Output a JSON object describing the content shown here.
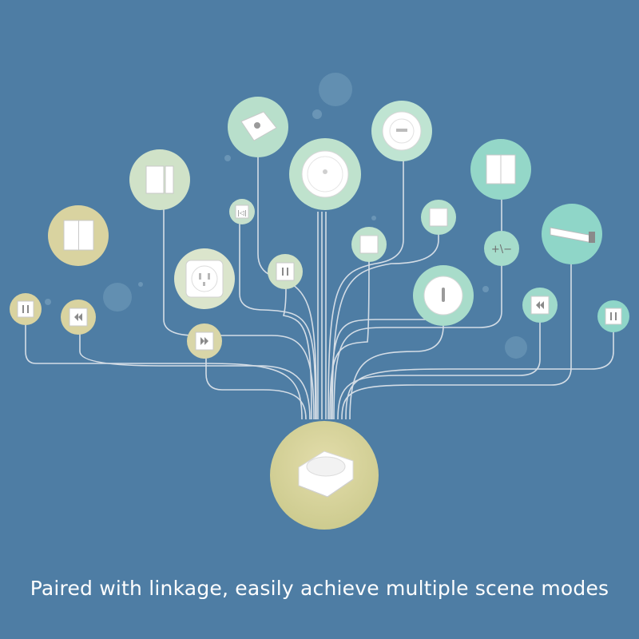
{
  "caption": "Paired with linkage, easily achieve multiple scene modes",
  "colors": {
    "background": "#4e7da4",
    "wire": "#d4dde6",
    "yellow_node": "#d9d3a0",
    "mint_node": "#bfe2cd",
    "teal_node": "#8fd6c8",
    "hub": "#d6d197"
  },
  "nodes": [
    {
      "name": "hub-device-node",
      "icon": "hub-icon"
    },
    {
      "name": "wall-switch-double-node",
      "icon": "double-wall-switch-icon"
    },
    {
      "name": "door-sensor-node",
      "icon": "door-window-sensor-icon"
    },
    {
      "name": "motion-sensor-node",
      "icon": "motion-sensor-icon"
    },
    {
      "name": "gateway-node",
      "icon": "gateway-icon"
    },
    {
      "name": "smoke-detector-node",
      "icon": "smoke-detector-icon"
    },
    {
      "name": "wall-switch-right-node",
      "icon": "double-wall-switch-icon"
    },
    {
      "name": "curtain-motor-node",
      "icon": "curtain-motor-icon"
    },
    {
      "name": "smart-plug-node",
      "icon": "smart-plug-icon"
    },
    {
      "name": "temperature-sensor-node",
      "icon": "temperature-sensor-icon"
    },
    {
      "name": "pause-node-1",
      "icon": "pause-icon"
    },
    {
      "name": "rewind-node-1",
      "icon": "rewind-icon"
    },
    {
      "name": "forward-node",
      "icon": "fast-forward-icon"
    },
    {
      "name": "pause-node-2",
      "icon": "pause-icon"
    },
    {
      "name": "small-switch-node-1",
      "icon": "single-switch-icon"
    },
    {
      "name": "small-switch-node-2",
      "icon": "single-switch-icon"
    },
    {
      "name": "curtain-control-node",
      "icon": "curtain-control-icon"
    },
    {
      "name": "plus-minus-node",
      "icon": "plus-minus-icon"
    },
    {
      "name": "rewind-node-2",
      "icon": "rewind-icon"
    },
    {
      "name": "pause-node-3",
      "icon": "pause-icon"
    }
  ],
  "glyphs": {
    "plus_minus": "+\\−",
    "curtain_control": "|◁|"
  }
}
